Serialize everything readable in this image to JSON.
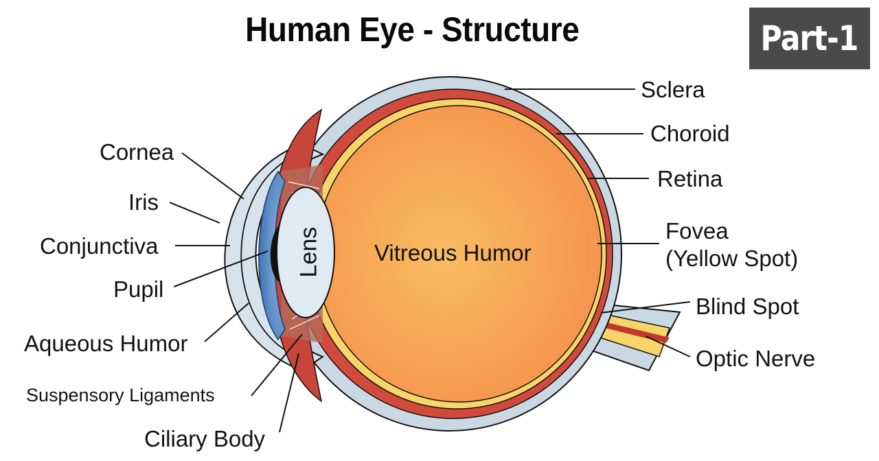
{
  "title": "Human Eye - Structure",
  "badge": {
    "label": "Part-1",
    "color": "#4a4a4a"
  },
  "colors": {
    "sclera": "#c9d8e3",
    "choroid": "#d24a3c",
    "retina": "#f7d56a",
    "vitreous": "#f59a4f",
    "vitreous_center": "#f7b560",
    "iris": "#4f86c6",
    "lens": "#dfeaf2",
    "ciliary": "#c0443a"
  },
  "labels": {
    "left": {
      "cornea": "Cornea",
      "iris": "Iris",
      "conjunctiva": "Conjunctiva",
      "pupil": "Pupil",
      "aqueous_humor": "Aqueous Humor",
      "suspensory_ligaments": "Suspensory Ligaments",
      "ciliary_body": "Ciliary Body"
    },
    "right": {
      "sclera": "Sclera",
      "choroid": "Choroid",
      "retina": "Retina",
      "fovea_line1": "Fovea",
      "fovea_line2": "(Yellow Spot)",
      "blind_spot": "Blind Spot",
      "optic_nerve": "Optic Nerve"
    },
    "center": {
      "vitreous_humor": "Vitreous Humor",
      "lens": "Lens"
    }
  }
}
